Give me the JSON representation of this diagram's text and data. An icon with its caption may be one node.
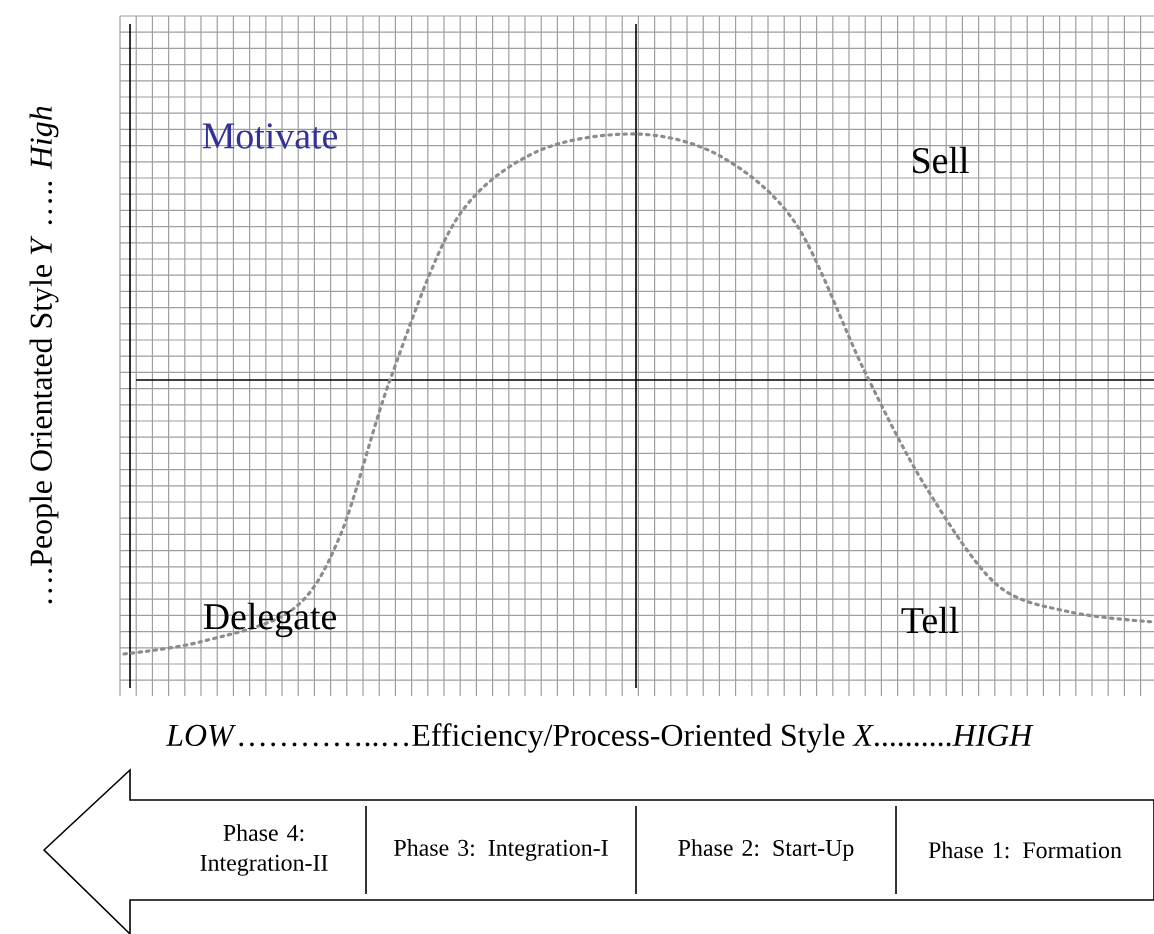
{
  "diagram": {
    "nodes": [
      {
        "text": [],
        "shape": "arrow"
      },
      {
        "text": [
          "Phase 4: Integration-II"
        ],
        "in": 0
      },
      {
        "text": [
          "Phase 3: Integration-I"
        ],
        "in": 0
      },
      {
        "text": [
          "Phase 2: Start-Up"
        ],
        "in": 0
      },
      {
        "text": [
          "Phase 1: Formation"
        ],
        "in": 0
      }
    ],
    "labels": [
      "….People Orientated Style *Y* ….. *High*",
      "Motivate",
      "Sell",
      "Delegate",
      "Tell",
      "*LOW*…………..…Efficiency/Process-Oriented Style *X*..........*HIGH*"
    ]
  }
}
